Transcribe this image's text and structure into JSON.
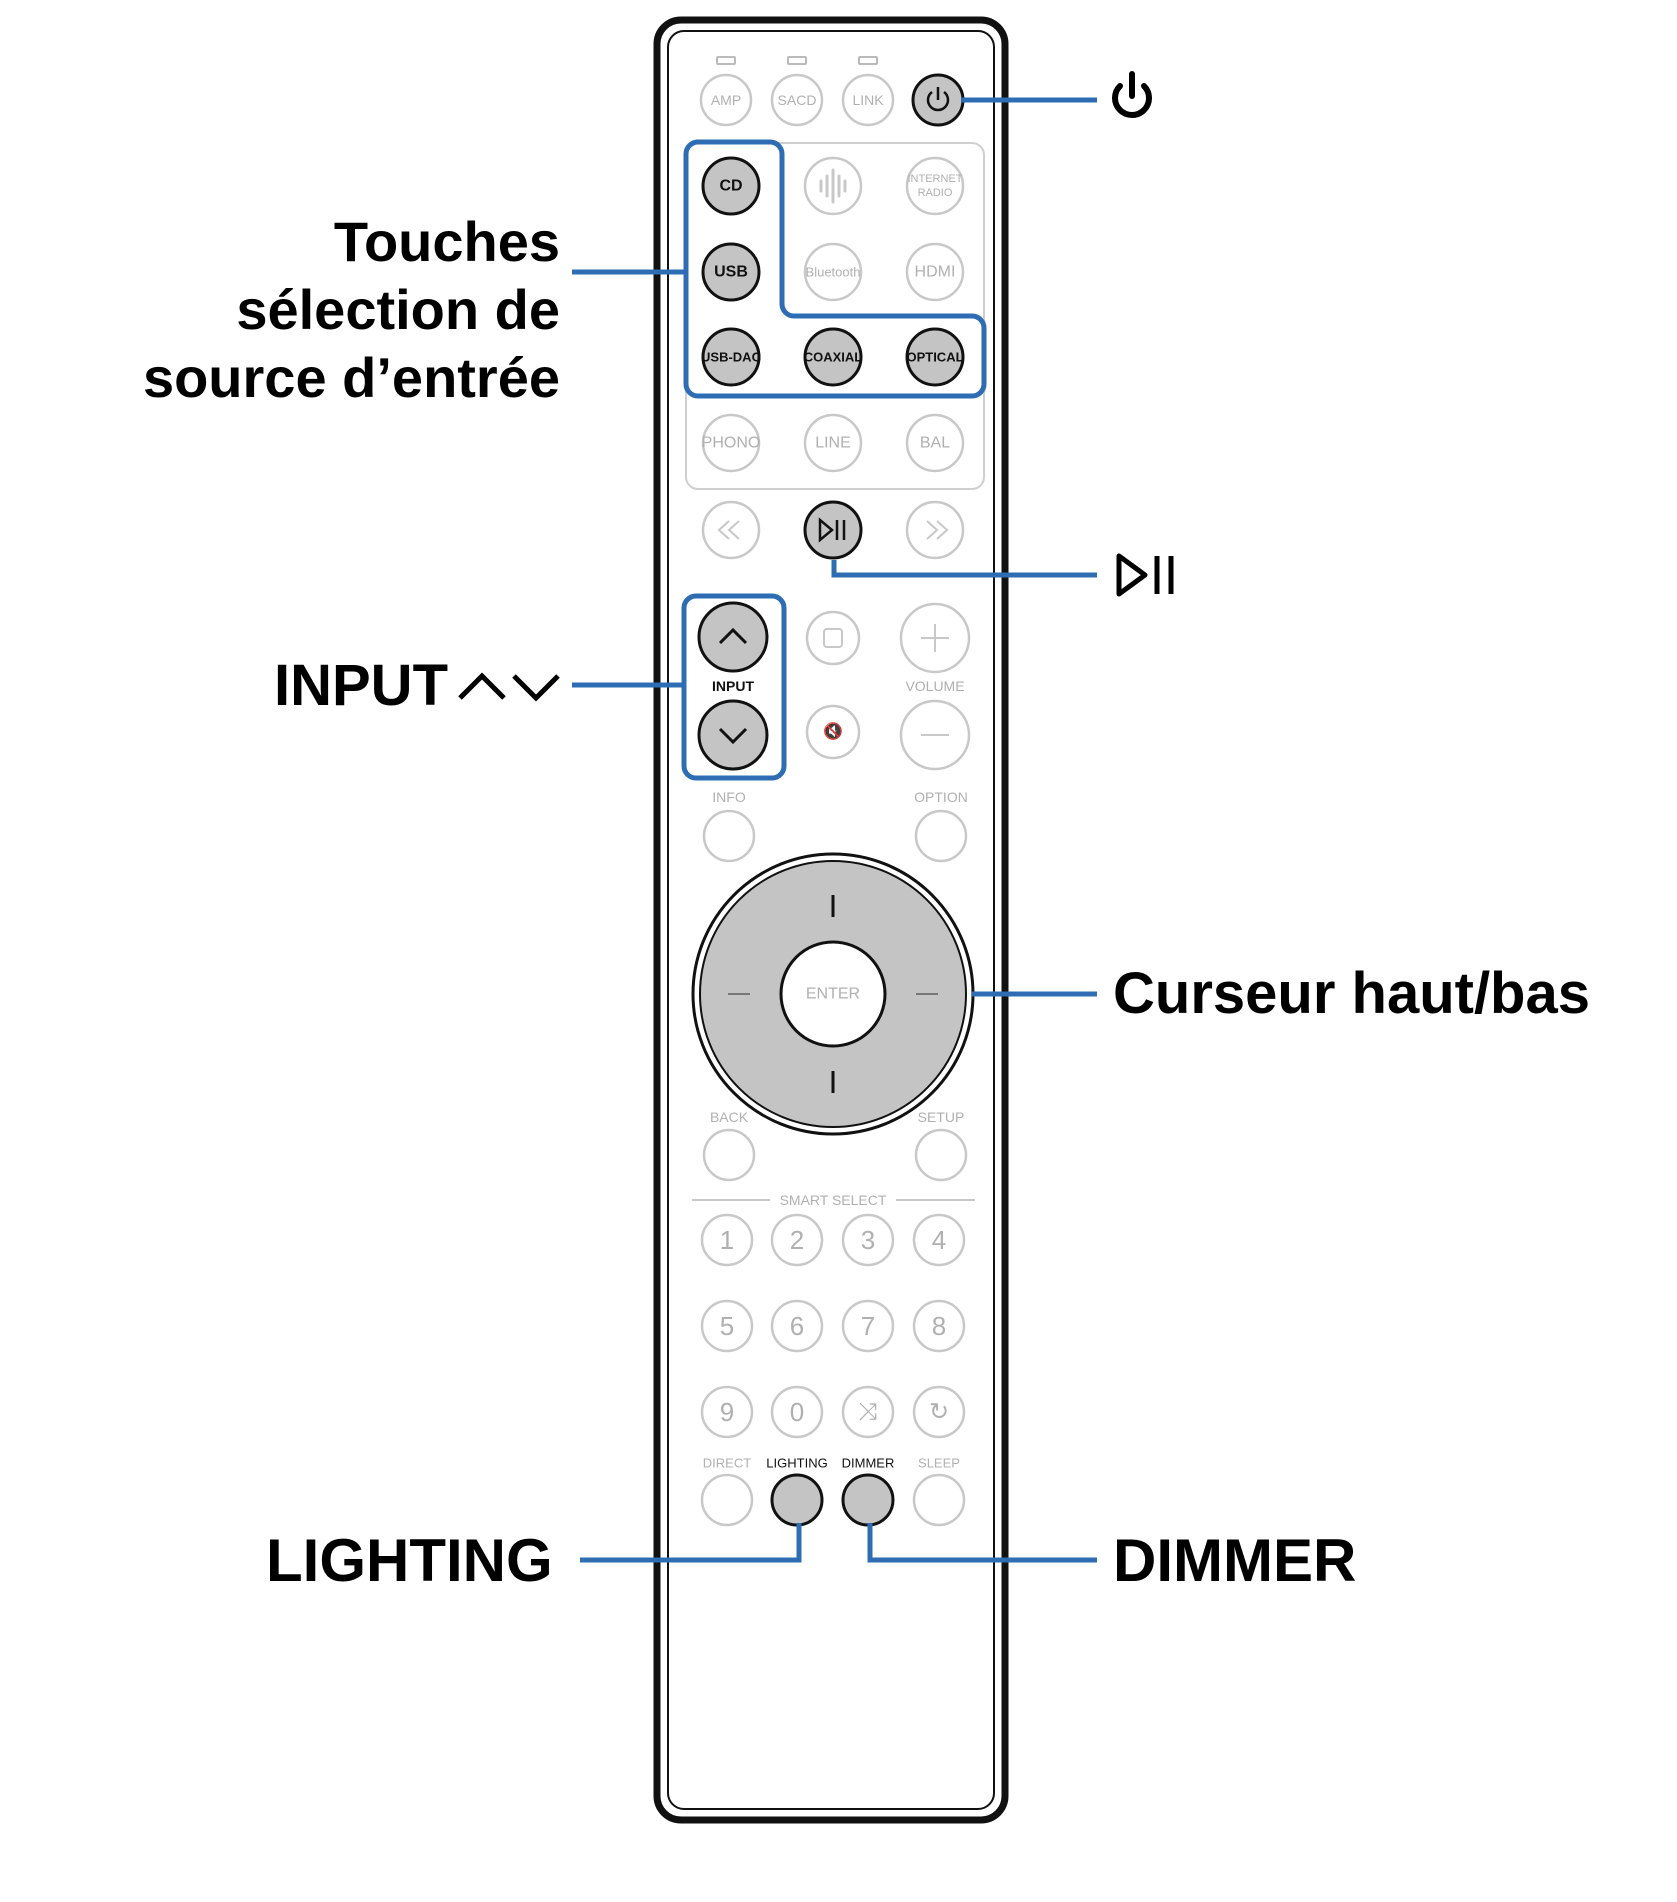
{
  "remote": {
    "mode_buttons": [
      {
        "label": "AMP",
        "active": false
      },
      {
        "label": "SACD",
        "active": false
      },
      {
        "label": "LINK",
        "active": false
      }
    ],
    "source_buttons": [
      {
        "label": "CD",
        "active": true
      },
      {
        "label": "",
        "icon": "heos-icon",
        "active": false
      },
      {
        "label": "INTERNET RADIO",
        "active": false
      },
      {
        "label": "USB",
        "active": true
      },
      {
        "label": "Bluetooth",
        "active": false
      },
      {
        "label": "HDMI",
        "active": false
      },
      {
        "label": "USB-DAC",
        "active": true
      },
      {
        "label": "COAXIAL",
        "active": true
      },
      {
        "label": "OPTICAL",
        "active": true
      },
      {
        "label": "PHONO",
        "active": false
      },
      {
        "label": "LINE",
        "active": false
      },
      {
        "label": "BAL",
        "active": false
      }
    ],
    "input_label": "INPUT",
    "volume_label": "VOLUME",
    "info_label": "INFO",
    "option_label": "OPTION",
    "enter_label": "ENTER",
    "back_label": "BACK",
    "setup_label": "SETUP",
    "smart_select_label": "SMART SELECT",
    "number_buttons": [
      "1",
      "2",
      "3",
      "4",
      "5",
      "6",
      "7",
      "8",
      "9",
      "0"
    ],
    "bottom_labels": [
      "DIRECT",
      "LIGHTING",
      "DIMMER",
      "SLEEP"
    ]
  },
  "callouts": {
    "power": "⏻",
    "source_keys": [
      "Touches",
      "sélection de",
      "source d’entrée"
    ],
    "play_pause": "▷II",
    "input": "INPUT",
    "cursor": "Curseur haut/bas",
    "lighting": "LIGHTING",
    "dimmer": "DIMMER"
  },
  "colors": {
    "callout_line": "#2e6db4",
    "highlight_fill": "#c4c4c4",
    "dim_stroke": "#c8c8c8",
    "dim_text": "#b0b0b0",
    "remote_outline": "#111111"
  }
}
